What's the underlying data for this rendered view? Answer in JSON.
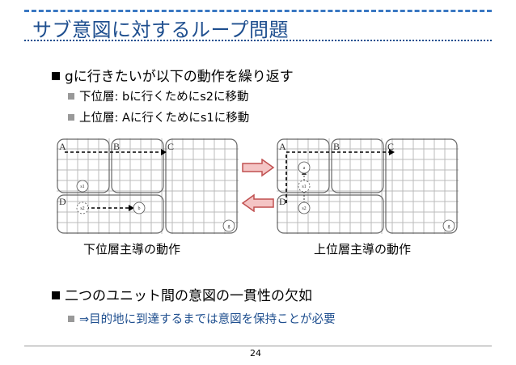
{
  "slide": {
    "title": "サブ意図に対するループ問題",
    "bullet_main": "gに行きたいが以下の動作を繰り返す",
    "sub_bullets": [
      "下位層: bに行くためにs2に移動",
      "上位層: Aに行くためにs1に移動"
    ],
    "figure": {
      "left_caption": "下位層主導の動作",
      "right_caption": "上位層主導の動作",
      "room_labels": [
        "A",
        "B",
        "C",
        "D"
      ],
      "left_nodes": [
        "s1",
        "s2",
        "b",
        "g"
      ],
      "right_nodes": [
        "a",
        "s1",
        "s2",
        "g"
      ]
    },
    "bullet_second": "二つのユニット間の意図の一貫性の欠如",
    "sub_bullet_second": "⇒目的地に到達するまでは意図を保持ことが必要",
    "page_number": "24",
    "colors": {
      "title": "#1f4f8f",
      "arrow_fill": "#f4c5c5",
      "arrow_stroke": "#c05050"
    }
  }
}
